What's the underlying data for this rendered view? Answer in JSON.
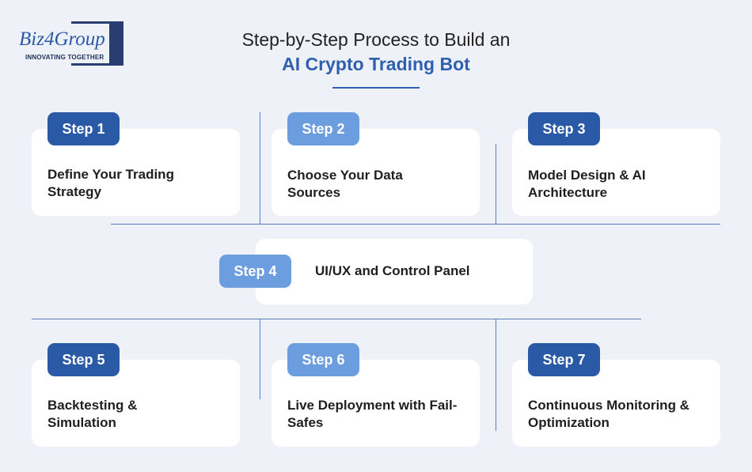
{
  "logo": {
    "name": "Biz4Group",
    "tagline": "INNOVATING TOGETHER"
  },
  "heading": {
    "line1": "Step-by-Step Process to Build an",
    "line2": "AI Crypto Trading Bot"
  },
  "colors": {
    "background": "#eef2f8",
    "card": "#ffffff",
    "badge_dark": "#2a59a5",
    "badge_light": "#6b9ddf",
    "accent": "#2f5fae",
    "connector": "#5b7fb8"
  },
  "steps": [
    {
      "badge": "Step 1",
      "text": "Define Your Trading Strategy"
    },
    {
      "badge": "Step 2",
      "text": "Choose Your Data Sources"
    },
    {
      "badge": "Step 3",
      "text": "Model Design & AI Architecture"
    },
    {
      "badge": "Step 4",
      "text": "UI/UX and Control Panel"
    },
    {
      "badge": "Step 5",
      "text": "Backtesting & Simulation"
    },
    {
      "badge": "Step 6",
      "text": "Live Deployment with Fail-Safes"
    },
    {
      "badge": "Step 7",
      "text": "Continuous Monitoring & Optimization"
    }
  ]
}
